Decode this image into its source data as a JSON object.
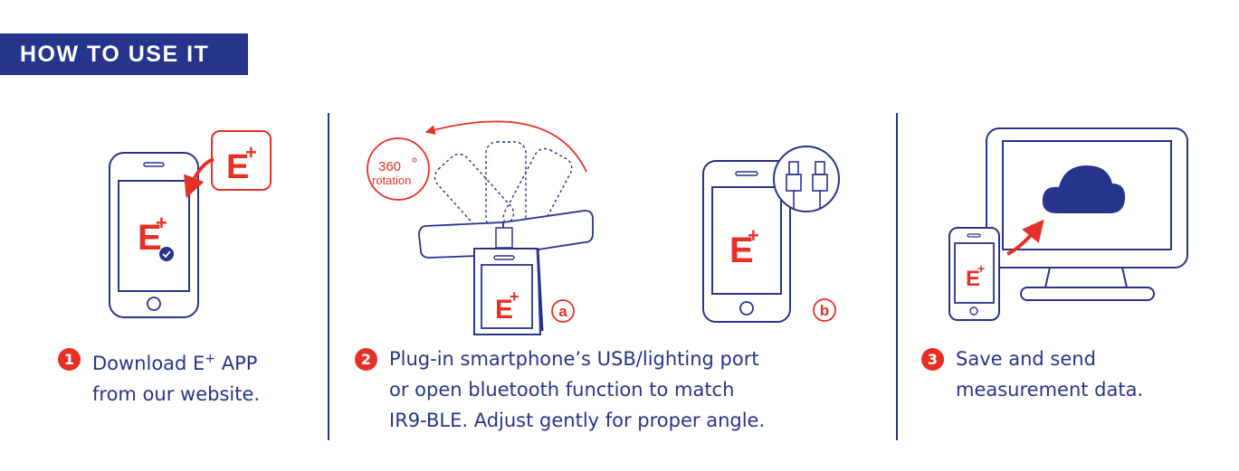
{
  "header": {
    "title": "HOW TO USE IT"
  },
  "brand": {
    "logo_text": "E",
    "logo_sup": "+",
    "primary_color": "#27348b",
    "accent_color": "#e63027"
  },
  "illustrations": {
    "rotation_degree": "360",
    "rotation_word": "rotation",
    "label_a": "a",
    "label_b": "b"
  },
  "steps": [
    {
      "number": "1",
      "line1_pre": "Download E",
      "line1_sup": "+",
      "line1_post": " APP",
      "line2": "from our website."
    },
    {
      "number": "2",
      "line1": "Plug-in smartphone’s USB/lighting port",
      "line2": "or open bluetooth function to match",
      "line3": "IR9-BLE. Adjust gently for proper angle."
    },
    {
      "number": "3",
      "line1": "Save and send",
      "line2": "measurement data."
    }
  ]
}
